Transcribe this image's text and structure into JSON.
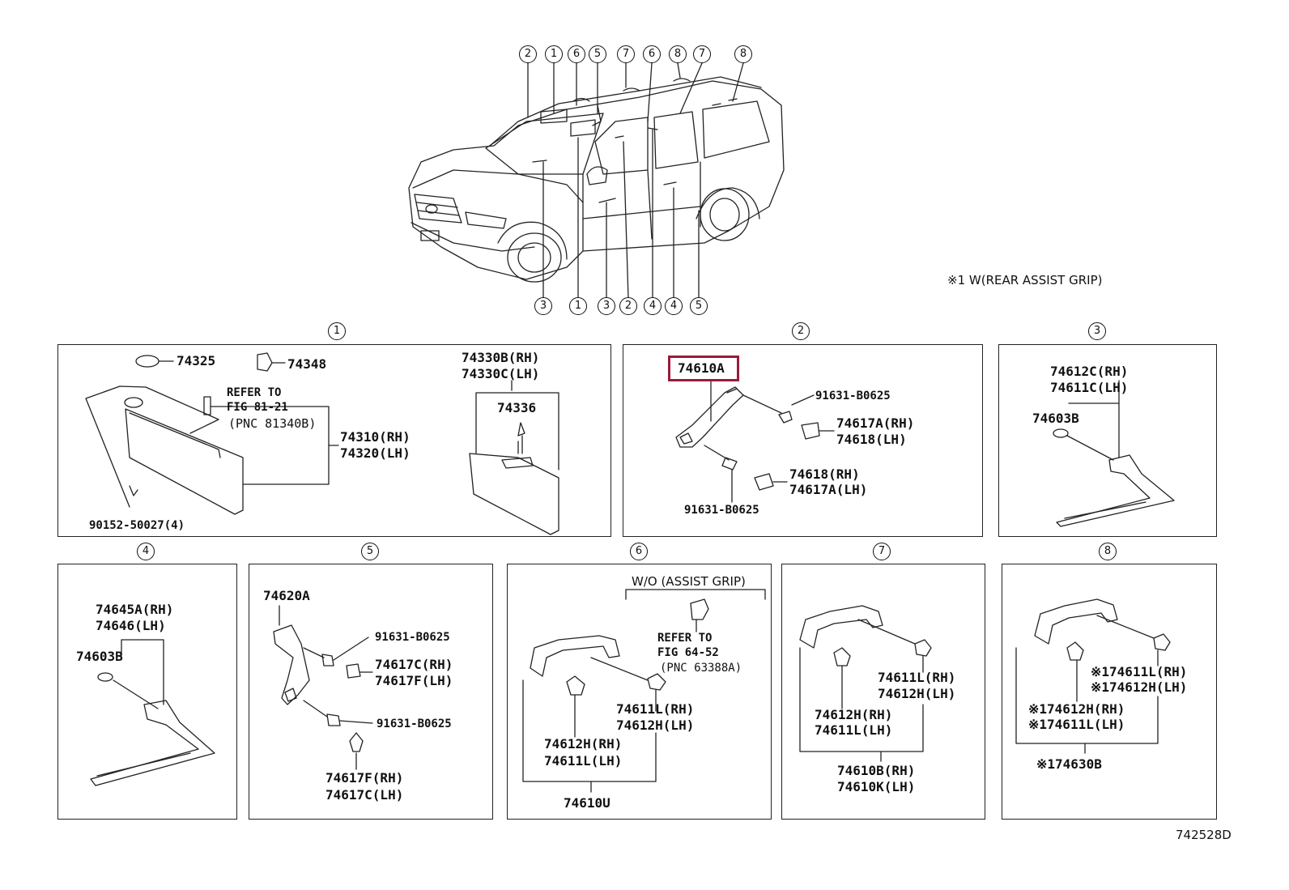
{
  "note": "※1 W(REAR ASSIST GRIP)",
  "figure_code": "742528D",
  "vehicle_callouts_top": [
    "2",
    "1",
    "6",
    "5",
    "7",
    "6",
    "8",
    "7",
    "8"
  ],
  "vehicle_callouts_bottom": [
    "3",
    "1",
    "3",
    "2",
    "4",
    "4",
    "5"
  ],
  "panels": {
    "p1": {
      "num": "1",
      "labels": [
        "74325",
        "74348",
        "REFER TO",
        "FIG 81-21",
        "(PNC 81340B)",
        "74310(RH)",
        "74320(LH)",
        "74330B(RH)",
        "74330C(LH)",
        "74336",
        "90152-50027(4)"
      ]
    },
    "p2": {
      "num": "2",
      "labels": [
        "74610A",
        "91631-B0625",
        "74617A(RH)",
        "74618(LH)",
        "74618(RH)",
        "74617A(LH)",
        "91631-B0625"
      ]
    },
    "p3": {
      "num": "3",
      "labels": [
        "74612C(RH)",
        "74611C(LH)",
        "74603B"
      ]
    },
    "p4": {
      "num": "4",
      "labels": [
        "74645A(RH)",
        "74646(LH)",
        "74603B"
      ]
    },
    "p5": {
      "num": "5",
      "labels": [
        "74620A",
        "91631-B0625",
        "74617C(RH)",
        "74617F(LH)",
        "91631-B0625",
        "74617F(RH)",
        "74617C(LH)"
      ]
    },
    "p6": {
      "num": "6",
      "labels": [
        "W/O (ASSIST GRIP)",
        "REFER TO",
        "FIG 64-52",
        "(PNC 63388A)",
        "74611L(RH)",
        "74612H(LH)",
        "74612H(RH)",
        "74611L(LH)",
        "74610U"
      ]
    },
    "p7": {
      "num": "7",
      "labels": [
        "74611L(RH)",
        "74612H(LH)",
        "74612H(RH)",
        "74611L(LH)",
        "74610B(RH)",
        "74610K(LH)"
      ]
    },
    "p8": {
      "num": "8",
      "labels": [
        "※174611L(RH)",
        "※174612H(LH)",
        "※174612H(RH)",
        "※174611L(LH)",
        "※174630B"
      ]
    }
  },
  "colors": {
    "highlight": "#9b1b3a",
    "ink": "#111111"
  }
}
